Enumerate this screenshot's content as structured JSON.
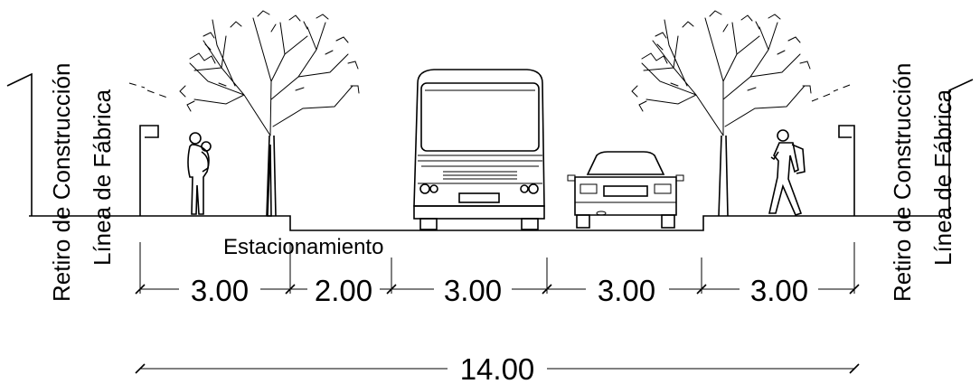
{
  "left_labels": {
    "retiro": "Retiro de Construcción",
    "linea": "Línea de Fábrica"
  },
  "right_labels": {
    "retiro": "Retiro de Construcción",
    "linea": "Línea de Fábrica"
  },
  "parking_label": "Estacionamiento",
  "segments": [
    {
      "label": "3.00"
    },
    {
      "label": "2.00"
    },
    {
      "label": "3.00"
    },
    {
      "label": "3.00"
    },
    {
      "label": "3.00"
    }
  ],
  "total_label": "14.00"
}
